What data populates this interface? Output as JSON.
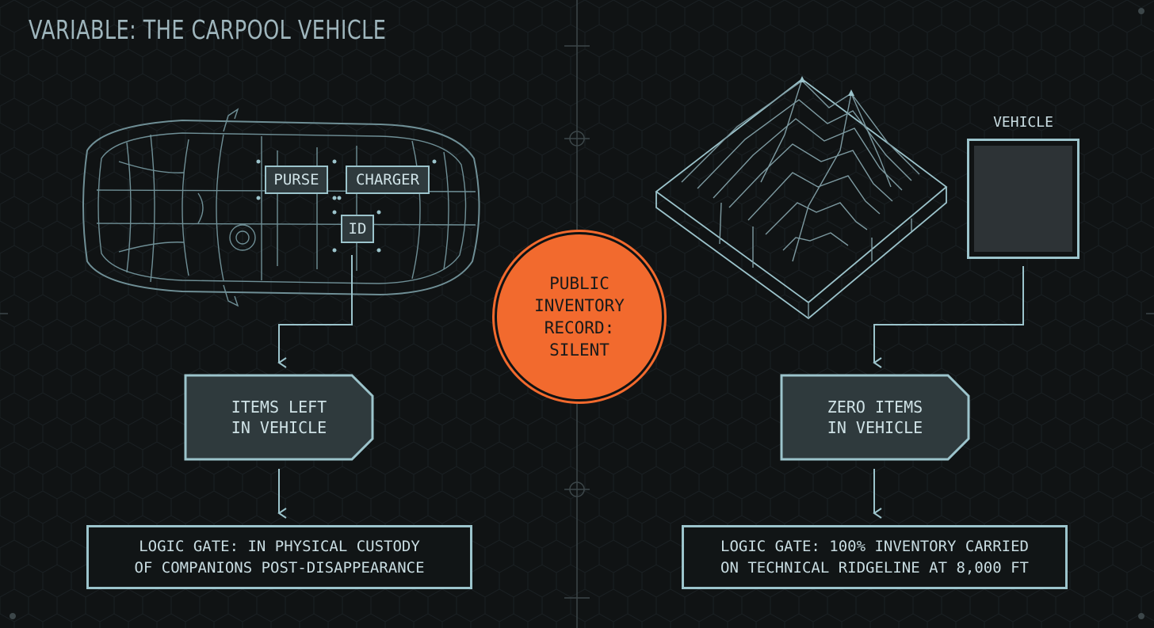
{
  "title": "VARIABLE: THE CARPOOL VEHICLE",
  "left": {
    "tags": [
      "PURSE",
      "CHARGER",
      "ID"
    ],
    "status_lines": [
      "ITEMS LEFT",
      "IN VEHICLE"
    ],
    "gate_lines": [
      "LOGIC GATE: IN PHYSICAL CUSTODY",
      "OF COMPANIONS POST-DISAPPEARANCE"
    ]
  },
  "center": {
    "record_lines": [
      "PUBLIC",
      "INVENTORY",
      "RECORD:",
      "SILENT"
    ]
  },
  "right": {
    "vehicle_label": "VEHICLE",
    "status_lines": [
      "ZERO ITEMS",
      "IN VEHICLE"
    ],
    "gate_lines": [
      "LOGIC GATE: 100% INVENTORY CARRIED",
      "ON TECHNICAL RIDGELINE AT 8,000 FT"
    ]
  },
  "colors": {
    "background": "#101314",
    "line": "#9cc4cc",
    "accent": "#f26a2e",
    "panel": "#2f3a3d"
  }
}
